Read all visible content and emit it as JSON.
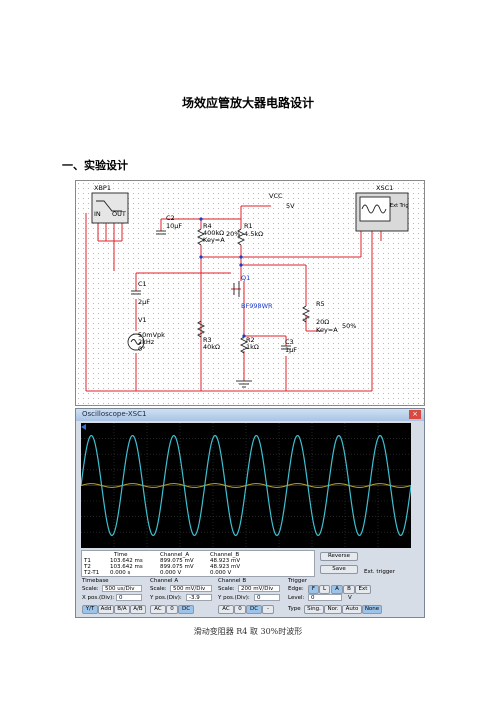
{
  "document": {
    "title": "场效应管放大器电路设计",
    "section_heading": "一、实验设计",
    "caption": "滑动变阻器 R4 取 30%时波形"
  },
  "schematic": {
    "components": {
      "xbp1": "XBP1",
      "xbp1_in": "IN",
      "xbp1_out": "OUT",
      "xsc1": "XSC1",
      "vcc": "VCC",
      "vcc_value": "5V",
      "c2": "C2",
      "c2_value": "10µF",
      "r4": "R4",
      "r4_value": "400kΩ",
      "r4_key": "Key=A",
      "r1": "R1",
      "r1_pct": "20%",
      "r1_value": "4.5kΩ",
      "q1": "Q1",
      "q1_model": "BF998WR",
      "c1": "C1",
      "c1_value": "2µF",
      "v1": "V1",
      "v1_amp": "50mVpk",
      "v1_freq": "2kHz",
      "v1_phase": "0°",
      "r5": "R5",
      "r5_value": "20Ω",
      "r5_key": "Key=A",
      "r5_pct": "50%",
      "r3": "R3",
      "r3_value": "40kΩ",
      "r2": "R2",
      "r2_value": "1kΩ",
      "c3": "C3",
      "c3_value": "1µF",
      "ext_trig": "Ext Trig"
    },
    "colors": {
      "wire": "#e0202a",
      "junction": "#1a3cc8",
      "part_label": "#1a3cc8"
    }
  },
  "oscilloscope": {
    "title": "Oscilloscope-XSC1",
    "close_glyph": "×",
    "readout": {
      "row_labels": [
        "T1",
        "T2",
        "T2-T1"
      ],
      "headers": [
        "Time",
        "Channel_A",
        "Channel_B"
      ],
      "rows": [
        [
          "103.642 ms",
          "899.075 mV",
          "48.923 mV"
        ],
        [
          "103.642 ms",
          "899.075 mV",
          "48.923 mV"
        ],
        [
          "0.000 s",
          "0.000 V",
          "0.000 V"
        ]
      ]
    },
    "buttons": {
      "reverse": "Reverse",
      "save": "Save",
      "ext_trigger": "Ext. trigger"
    },
    "timebase": {
      "title": "Timebase",
      "scale_label": "Scale:",
      "scale": "500 us/Div",
      "xpos_label": "X pos.(Div):",
      "xpos": "0",
      "modes": [
        "Y/T",
        "Add",
        "B/A",
        "A/B"
      ],
      "active_mode": "Y/T"
    },
    "channel_a": {
      "title": "Channel A",
      "scale_label": "Scale:",
      "scale": "500 mV/Div",
      "ypos_label": "Y pos.(Div):",
      "ypos": "-3.9",
      "coupling": [
        "AC",
        "0",
        "DC"
      ],
      "active_coupling": "DC"
    },
    "channel_b": {
      "title": "Channel B",
      "scale_label": "Scale:",
      "scale": "200 mV/Div",
      "ypos_label": "Y pos.(Div):",
      "ypos": "0",
      "coupling": [
        "AC",
        "0",
        "DC",
        "-"
      ],
      "active_coupling": "DC"
    },
    "trigger": {
      "title": "Trigger",
      "edge_label": "Edge:",
      "edge_options": [
        "F",
        "L",
        "A",
        "B",
        "Ext"
      ],
      "level_label": "Level:",
      "level": "0",
      "level_unit": "V",
      "type_label": "Type",
      "type_options": [
        "Sing.",
        "Nor.",
        "Auto",
        "None"
      ],
      "active_type": "None"
    },
    "colors": {
      "trace_a": "#3fbfd0",
      "trace_b": "#b9a33c",
      "screen": "#000000"
    }
  }
}
